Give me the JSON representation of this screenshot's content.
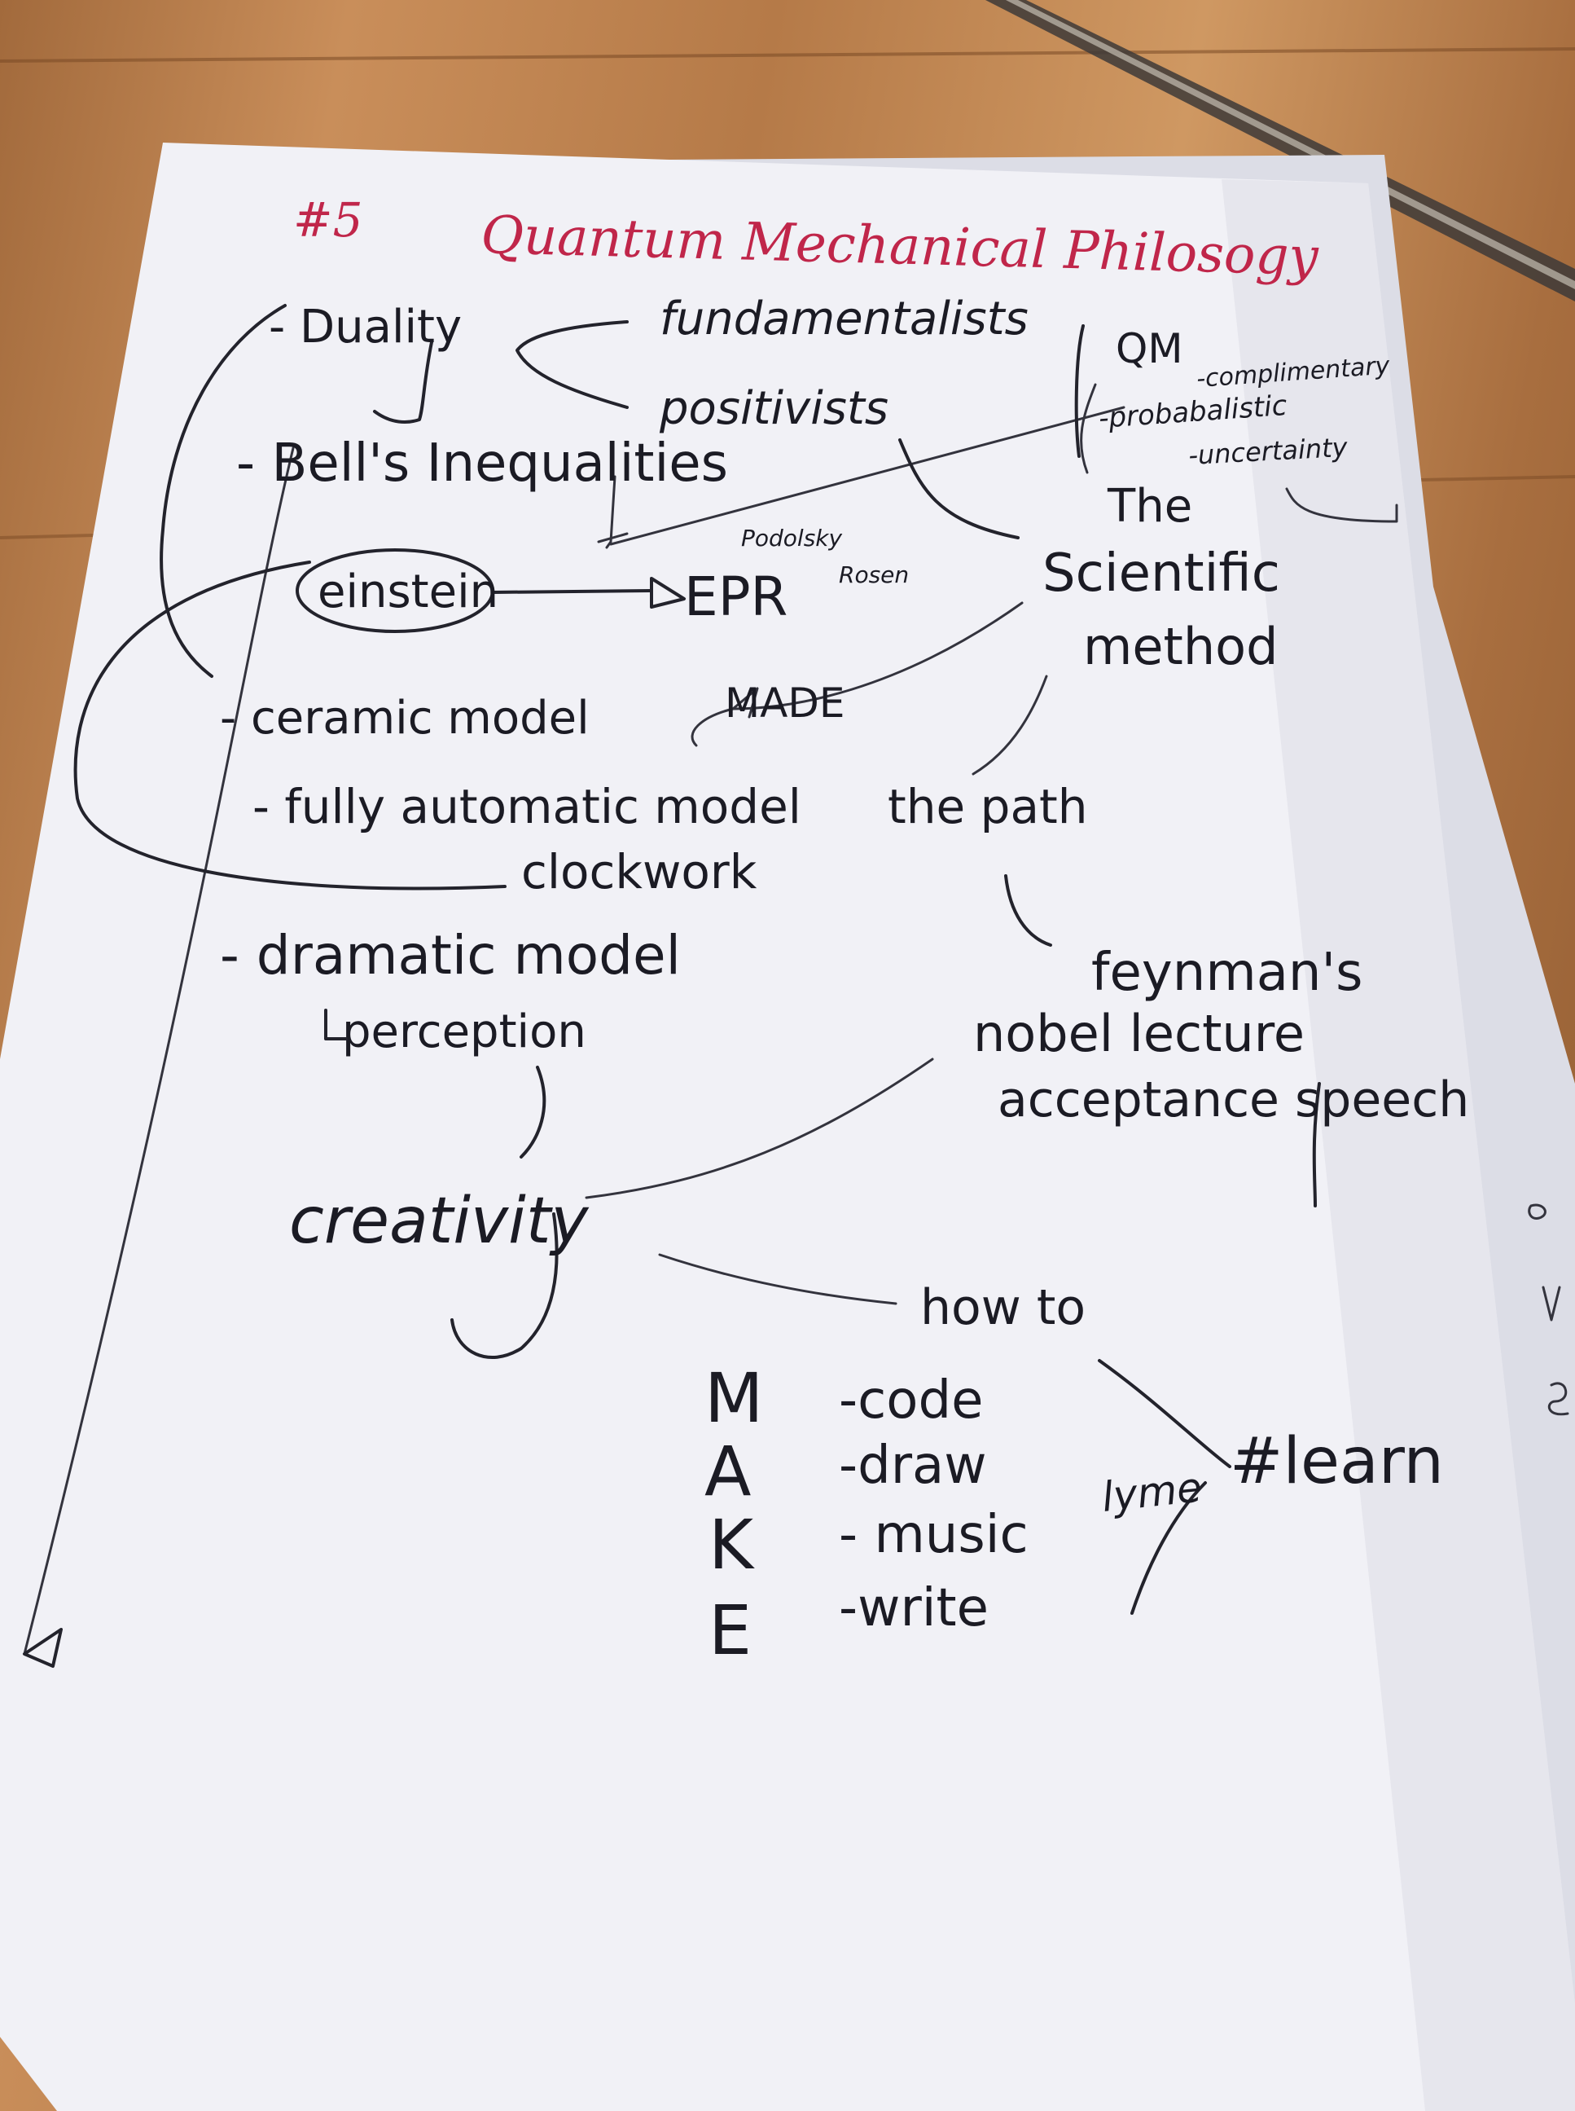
{
  "title": {
    "number": "#5",
    "text": "Quantum Mechanical Philosogy",
    "color": "#c0264a"
  },
  "ink_color": "#1b1b24",
  "notes": {
    "duality": "- Duality",
    "fundamentalists": "fundamentalists",
    "positivists": "positivists",
    "bells": "- Bell's Inequalities",
    "einstein": "einstein",
    "epr": "EPR",
    "podolsky": "Podolsky",
    "rosen": "Rosen",
    "qm": "QM",
    "complimentary": "-complimentary",
    "probabilistic": "-probabalistic",
    "uncertainty": "-uncertainty",
    "the": "The",
    "scientific": "Scientific",
    "method": "method",
    "ceramic": "- ceramic model",
    "made": "MADE",
    "fully": "- fully automatic model",
    "the_path": "the path",
    "clockwork": "clockwork",
    "dramatic": "- dramatic model",
    "perception": "perception",
    "feynmans": "feynman's",
    "nobel_lecture": "nobel lecture",
    "acceptance_speech": "acceptance speech",
    "creativity": "creativity",
    "how_to": "how to",
    "m": "M",
    "a": "A",
    "k": "K",
    "e": "E",
    "code": "-code",
    "draw": "-draw",
    "music": "- music",
    "write": "-write",
    "rhyme": "lyme",
    "learn": "#learn"
  }
}
